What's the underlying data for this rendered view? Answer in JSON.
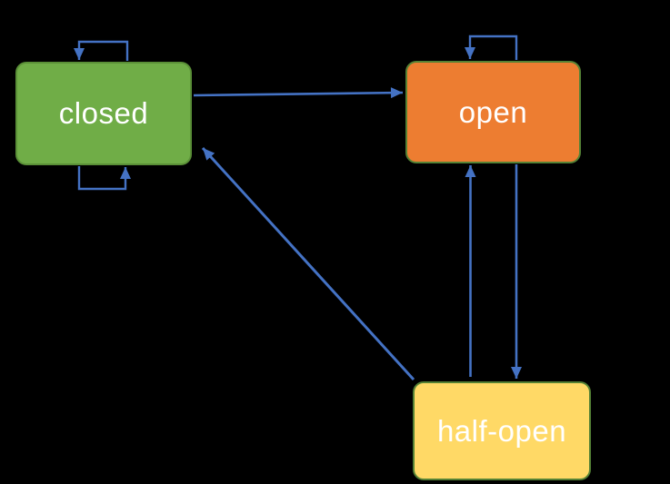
{
  "diagram": {
    "background_color": "#000000",
    "arrow_color": "#4472C4",
    "node_border_color": "#548235",
    "text_color": "#FFFFFF",
    "states": [
      {
        "id": "closed",
        "label": "closed",
        "fill_color": "#70AD47"
      },
      {
        "id": "open",
        "label": "open",
        "fill_color": "#ED7D31"
      },
      {
        "id": "half-open",
        "label": "half-open",
        "fill_color": "#FFD966"
      }
    ],
    "transitions": [
      {
        "from": "closed",
        "to": "closed",
        "shape": "self-loop-top"
      },
      {
        "from": "closed",
        "to": "closed",
        "shape": "self-loop-bottom"
      },
      {
        "from": "closed",
        "to": "open",
        "shape": "straight-horizontal"
      },
      {
        "from": "open",
        "to": "open",
        "shape": "self-loop-top"
      },
      {
        "from": "half-open",
        "to": "open",
        "shape": "straight-vertical"
      },
      {
        "from": "open",
        "to": "half-open",
        "shape": "straight-vertical"
      },
      {
        "from": "half-open",
        "to": "closed",
        "shape": "diagonal"
      }
    ]
  }
}
